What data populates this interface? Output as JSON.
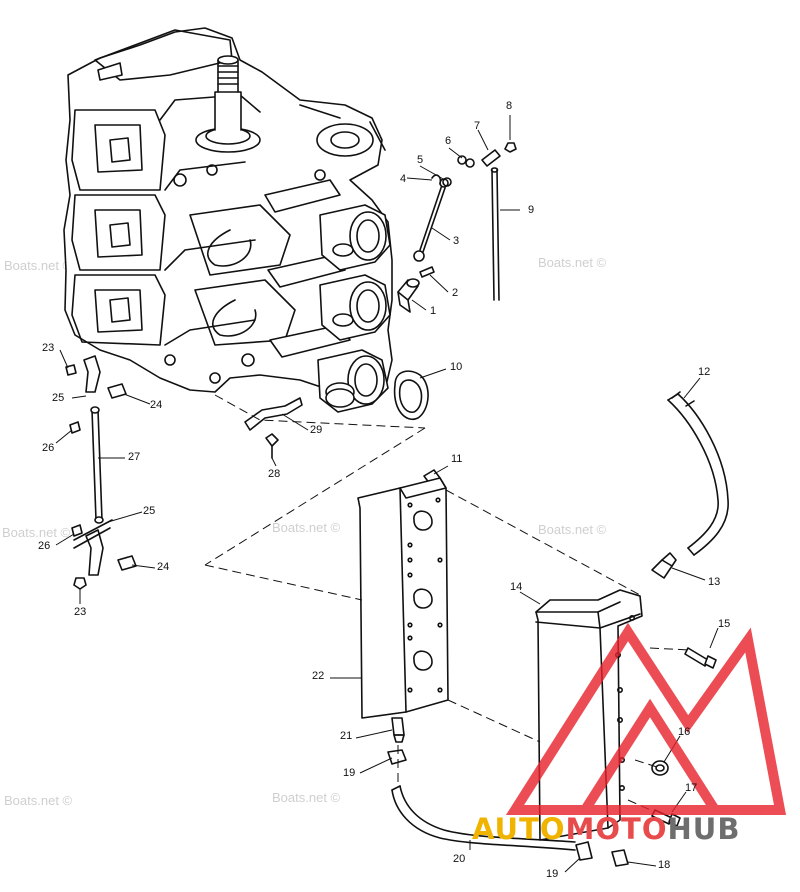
{
  "watermark": {
    "text": "Boats.net ©"
  },
  "logo": {
    "part_a": "AUTO",
    "part_b": "MOTO",
    "part_c": "HUB",
    "color_a": "#f0b400",
    "color_b": "#e84b4b",
    "color_c": "#6e6e6e",
    "triangle_color": "#e8202a"
  },
  "callouts": {
    "c1": "1",
    "c2": "2",
    "c3": "3",
    "c4": "4",
    "c5": "5",
    "c6": "6",
    "c7": "7",
    "c8": "8",
    "c9": "9",
    "c10": "10",
    "c11": "11",
    "c12": "12",
    "c13": "13",
    "c14": "14",
    "c15": "15",
    "c16": "16",
    "c17": "17",
    "c18": "18",
    "c19a": "19",
    "c19b": "19",
    "c20": "20",
    "c21": "21",
    "c22": "22",
    "c23a": "23",
    "c23b": "23",
    "c24a": "24",
    "c24b": "24",
    "c25a": "25",
    "c25b": "25",
    "c26a": "26",
    "c26b": "26",
    "c27": "27",
    "c28": "28",
    "c29": "29"
  }
}
